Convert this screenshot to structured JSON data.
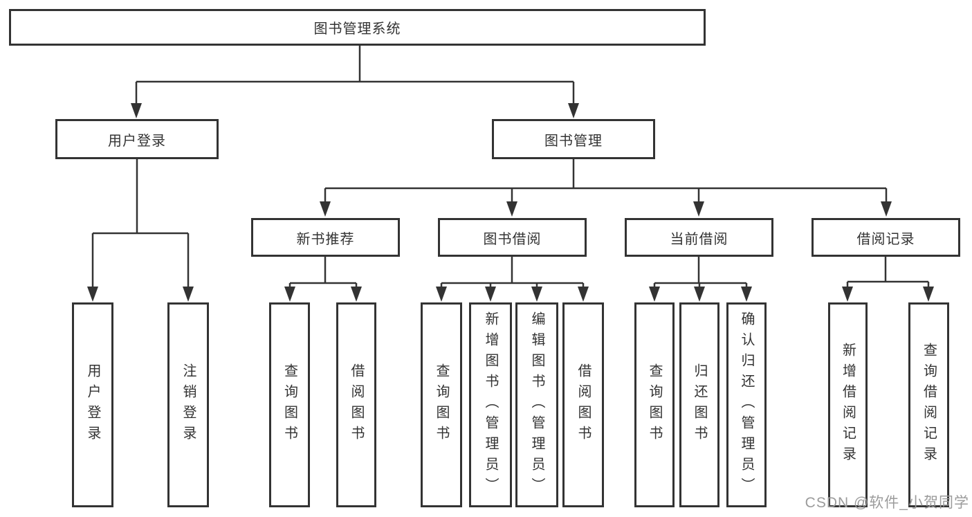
{
  "diagram": {
    "root": {
      "label": "图书管理系统",
      "children": [
        {
          "label": "用户登录",
          "children": [
            {
              "label": "用户登录"
            },
            {
              "label": "注销登录"
            }
          ]
        },
        {
          "label": "图书管理",
          "children": [
            {
              "label": "新书推荐",
              "children": [
                {
                  "label": "查询图书"
                },
                {
                  "label": "借阅图书"
                }
              ]
            },
            {
              "label": "图书借阅",
              "children": [
                {
                  "label": "查询图书"
                },
                {
                  "label": "新增图书（管理员）"
                },
                {
                  "label": "编辑图书（管理员）"
                },
                {
                  "label": "借阅图书"
                }
              ]
            },
            {
              "label": "当前借阅",
              "children": [
                {
                  "label": "查询图书"
                },
                {
                  "label": "归还图书"
                },
                {
                  "label": "确认归还（管理员）"
                }
              ]
            },
            {
              "label": "借阅记录",
              "children": [
                {
                  "label": "新增借阅记录"
                },
                {
                  "label": "查询借阅记录"
                }
              ]
            }
          ]
        }
      ]
    }
  },
  "watermark": {
    "text": "CSDN @软件_小贺同学"
  },
  "colors": {
    "line": "#333333",
    "border": "#333333",
    "text": "#333333",
    "background": "#ffffff",
    "watermark": "#9b9b9b"
  }
}
